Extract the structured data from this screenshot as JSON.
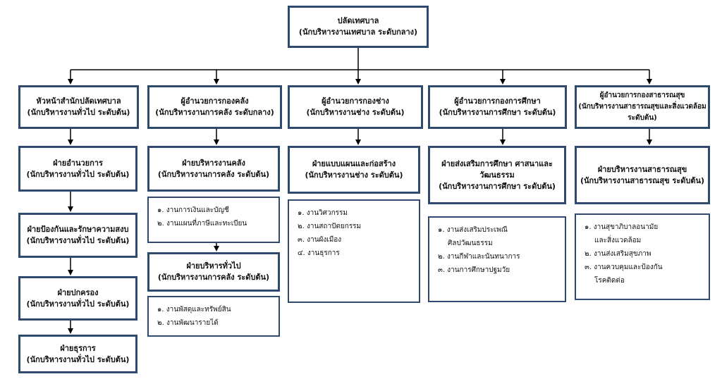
{
  "top": {
    "title": "ปลัดเทศบาล",
    "subtitle": "(นักบริหารงานเทศบาล ระดับกลาง)"
  },
  "columns": [
    {
      "head": {
        "title": "หัวหน้าสำนักปลัดเทศบาล",
        "subtitle": "(นักบริหารงานทั่วไป ระดับต้น)"
      },
      "units": [
        {
          "title": "ฝ่ายอำนวยการ",
          "subtitle": "(นักบริหารงานทั่วไป  ระดับต้น)"
        },
        {
          "title": "ฝ่ายป้องกันและรักษาความสงบ",
          "subtitle": "(นักบริหารงานทั่วไป  ระดับต้น)"
        },
        {
          "title": "ฝ่ายปกครอง",
          "subtitle": "(นักบริหารงานทั่วไป  ระดับต้น)"
        },
        {
          "title": "ฝ่ายธุรการ",
          "subtitle": "(นักบริหารงานทั่วไป  ระดับต้น)"
        }
      ]
    },
    {
      "head": {
        "title": "ผู้อำนวยการกองคลัง",
        "subtitle": "(นักบริหารงานการคลัง ระดับกลาง)"
      },
      "units": [
        {
          "title": "ฝ่ายบริหารงานคลัง",
          "subtitle": "(นักบริหารงานการคลัง  ระดับต้น)",
          "tasks": [
            [
              "๑. งานการเงินและบัญชี"
            ],
            [
              "๒. งานแผนที่ภาษีและทะเบียน"
            ]
          ]
        },
        {
          "title": "ฝ่ายบริหารทั่วไป",
          "subtitle": "(นักบริหารงานการคลัง  ระดับต้น)",
          "tasks": [
            [
              "๑. งานพัสดุและทรัพย์สิน"
            ],
            [
              "๒. งานพัฒนารายได้"
            ]
          ]
        }
      ]
    },
    {
      "head": {
        "title": "ผู้อำนวยการกองช่าง",
        "subtitle": "(นักบริหารงานช่าง ระดับต้น)"
      },
      "units": [
        {
          "title": "ฝ่ายแบบแผนและก่อสร้าง",
          "subtitle": "(นักบริหารงานช่าง  ระดับต้น)",
          "tasks": [
            [
              "๑. งานวิศวกรรม"
            ],
            [
              "๒. งานสถาปัตยกรรม"
            ],
            [
              "๓. งานผังเมือง"
            ],
            [
              "๔. งานธุรการ"
            ]
          ]
        }
      ]
    },
    {
      "head": {
        "title": "ผู้อำนวยการกองการศึกษา",
        "subtitle": "(นักบริหารงานการศึกษา ระดับต้น)"
      },
      "units": [
        {
          "title": "ฝ่ายส่งเสริมการศึกษา ศาสนาและ",
          "title2": "วัฒนธรรม",
          "subtitle": "(นักบริหารงานการศึกษา  ระดับต้น)",
          "tasks": [
            [
              "๑. งานส่งเสริมประเพณี",
              "ศิลปวัฒนธรรม"
            ],
            [
              "๒. งานกีฬาและนันทนาการ"
            ],
            [
              "๓. งานการศึกษาปฐมวัย"
            ]
          ]
        }
      ]
    },
    {
      "head": {
        "title": "ผู้อำนวยการกองสาธารณสุข",
        "subtitle": "(นักบริหารงานสาธารณสุขและสิ่งแวดล้อม",
        "subtitle2": "ระดับต้น)"
      },
      "units": [
        {
          "title": "ฝ่ายบริหารงานสาธารณสุข",
          "subtitle": "(นักบริหารงานสาธารณสุข ระดับต้น)",
          "tasks": [
            [
              "๑. งานสุขาภิบาลอนามัย",
              "และสิ่งแวดล้อม"
            ],
            [
              "๒. งานส่งเสริมสุขภาพ"
            ],
            [
              "๓. งานควบคุมและป้องกัน",
              "โรคติดต่อ"
            ]
          ]
        }
      ]
    }
  ]
}
